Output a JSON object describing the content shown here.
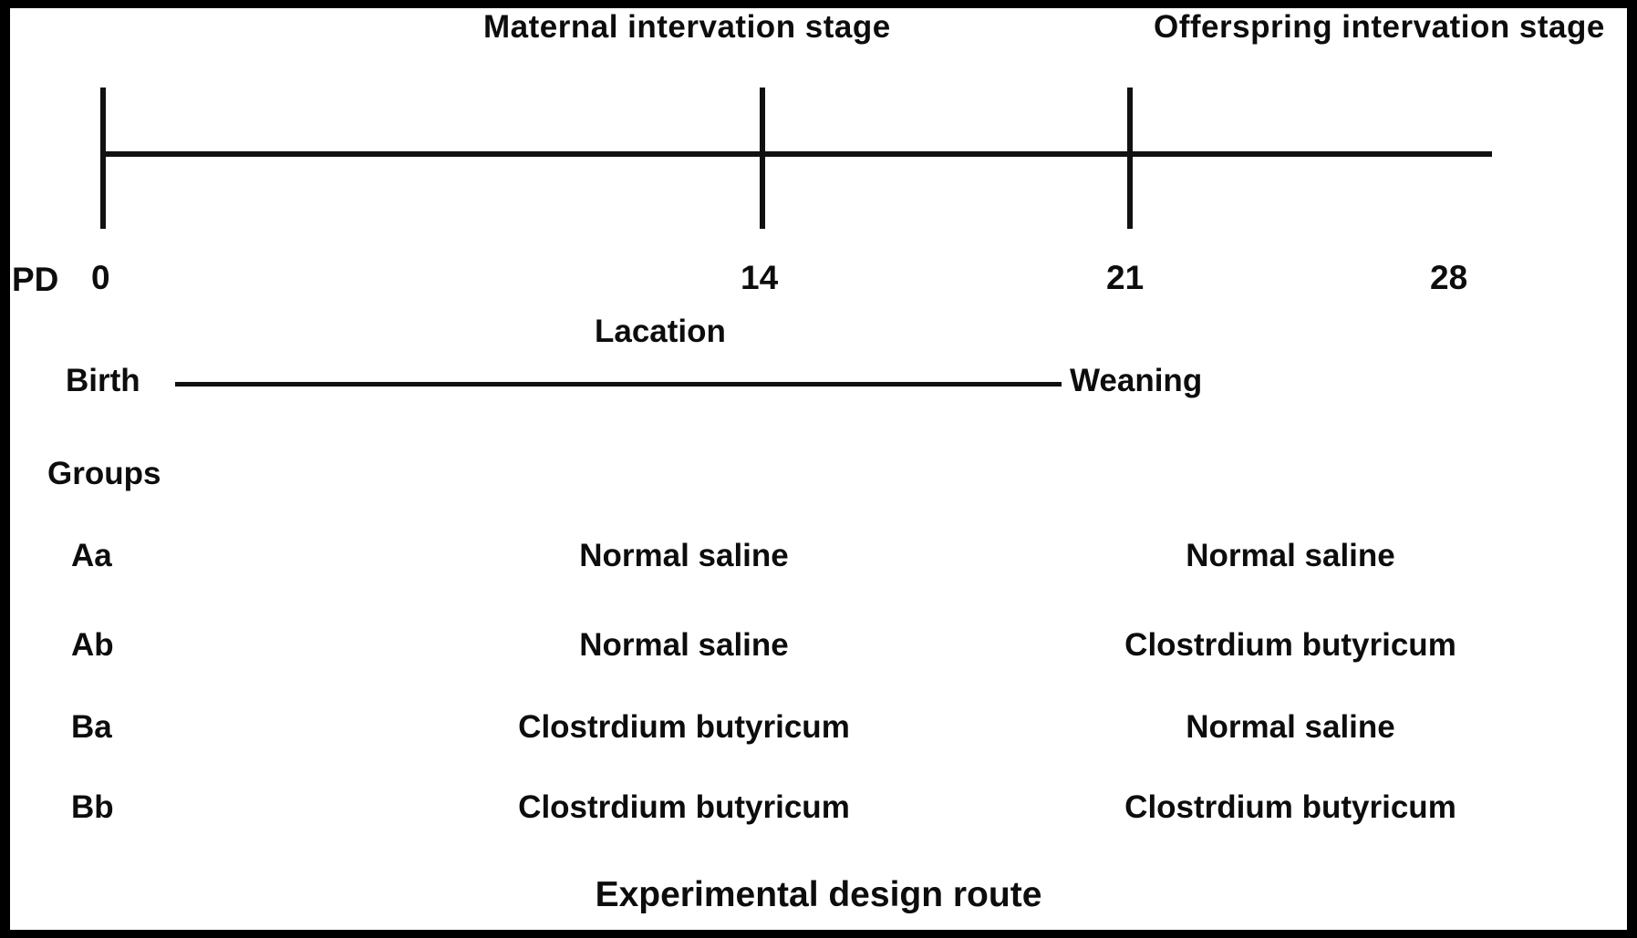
{
  "figure": {
    "caption": "Experimental design route",
    "border_color": "#000000",
    "text_color": "#0d0d0d"
  },
  "stages": {
    "maternal": "Maternal  intervation  stage",
    "offspring": "Offerspring  intervation  stage"
  },
  "timeline": {
    "axis_label": "PD",
    "ticks": [
      {
        "label": "0"
      },
      {
        "label": "14"
      },
      {
        "label": "21"
      },
      {
        "label": "28"
      }
    ]
  },
  "lactation": {
    "title": "Lacation",
    "start_label": "Birth",
    "end_label": "Weaning"
  },
  "groups": {
    "heading": "Groups",
    "rows": [
      {
        "name": "Aa",
        "maternal": "Normal saline",
        "offspring": "Normal saline"
      },
      {
        "name": "Ab",
        "maternal": "Normal saline",
        "offspring": "Clostrdium  butyricum"
      },
      {
        "name": "Ba",
        "maternal": "Clostrdium  butyricum",
        "offspring": "Normal saline"
      },
      {
        "name": "Bb",
        "maternal": "Clostrdium  butyricum",
        "offspring": "Clostrdium  butyricum"
      }
    ]
  }
}
